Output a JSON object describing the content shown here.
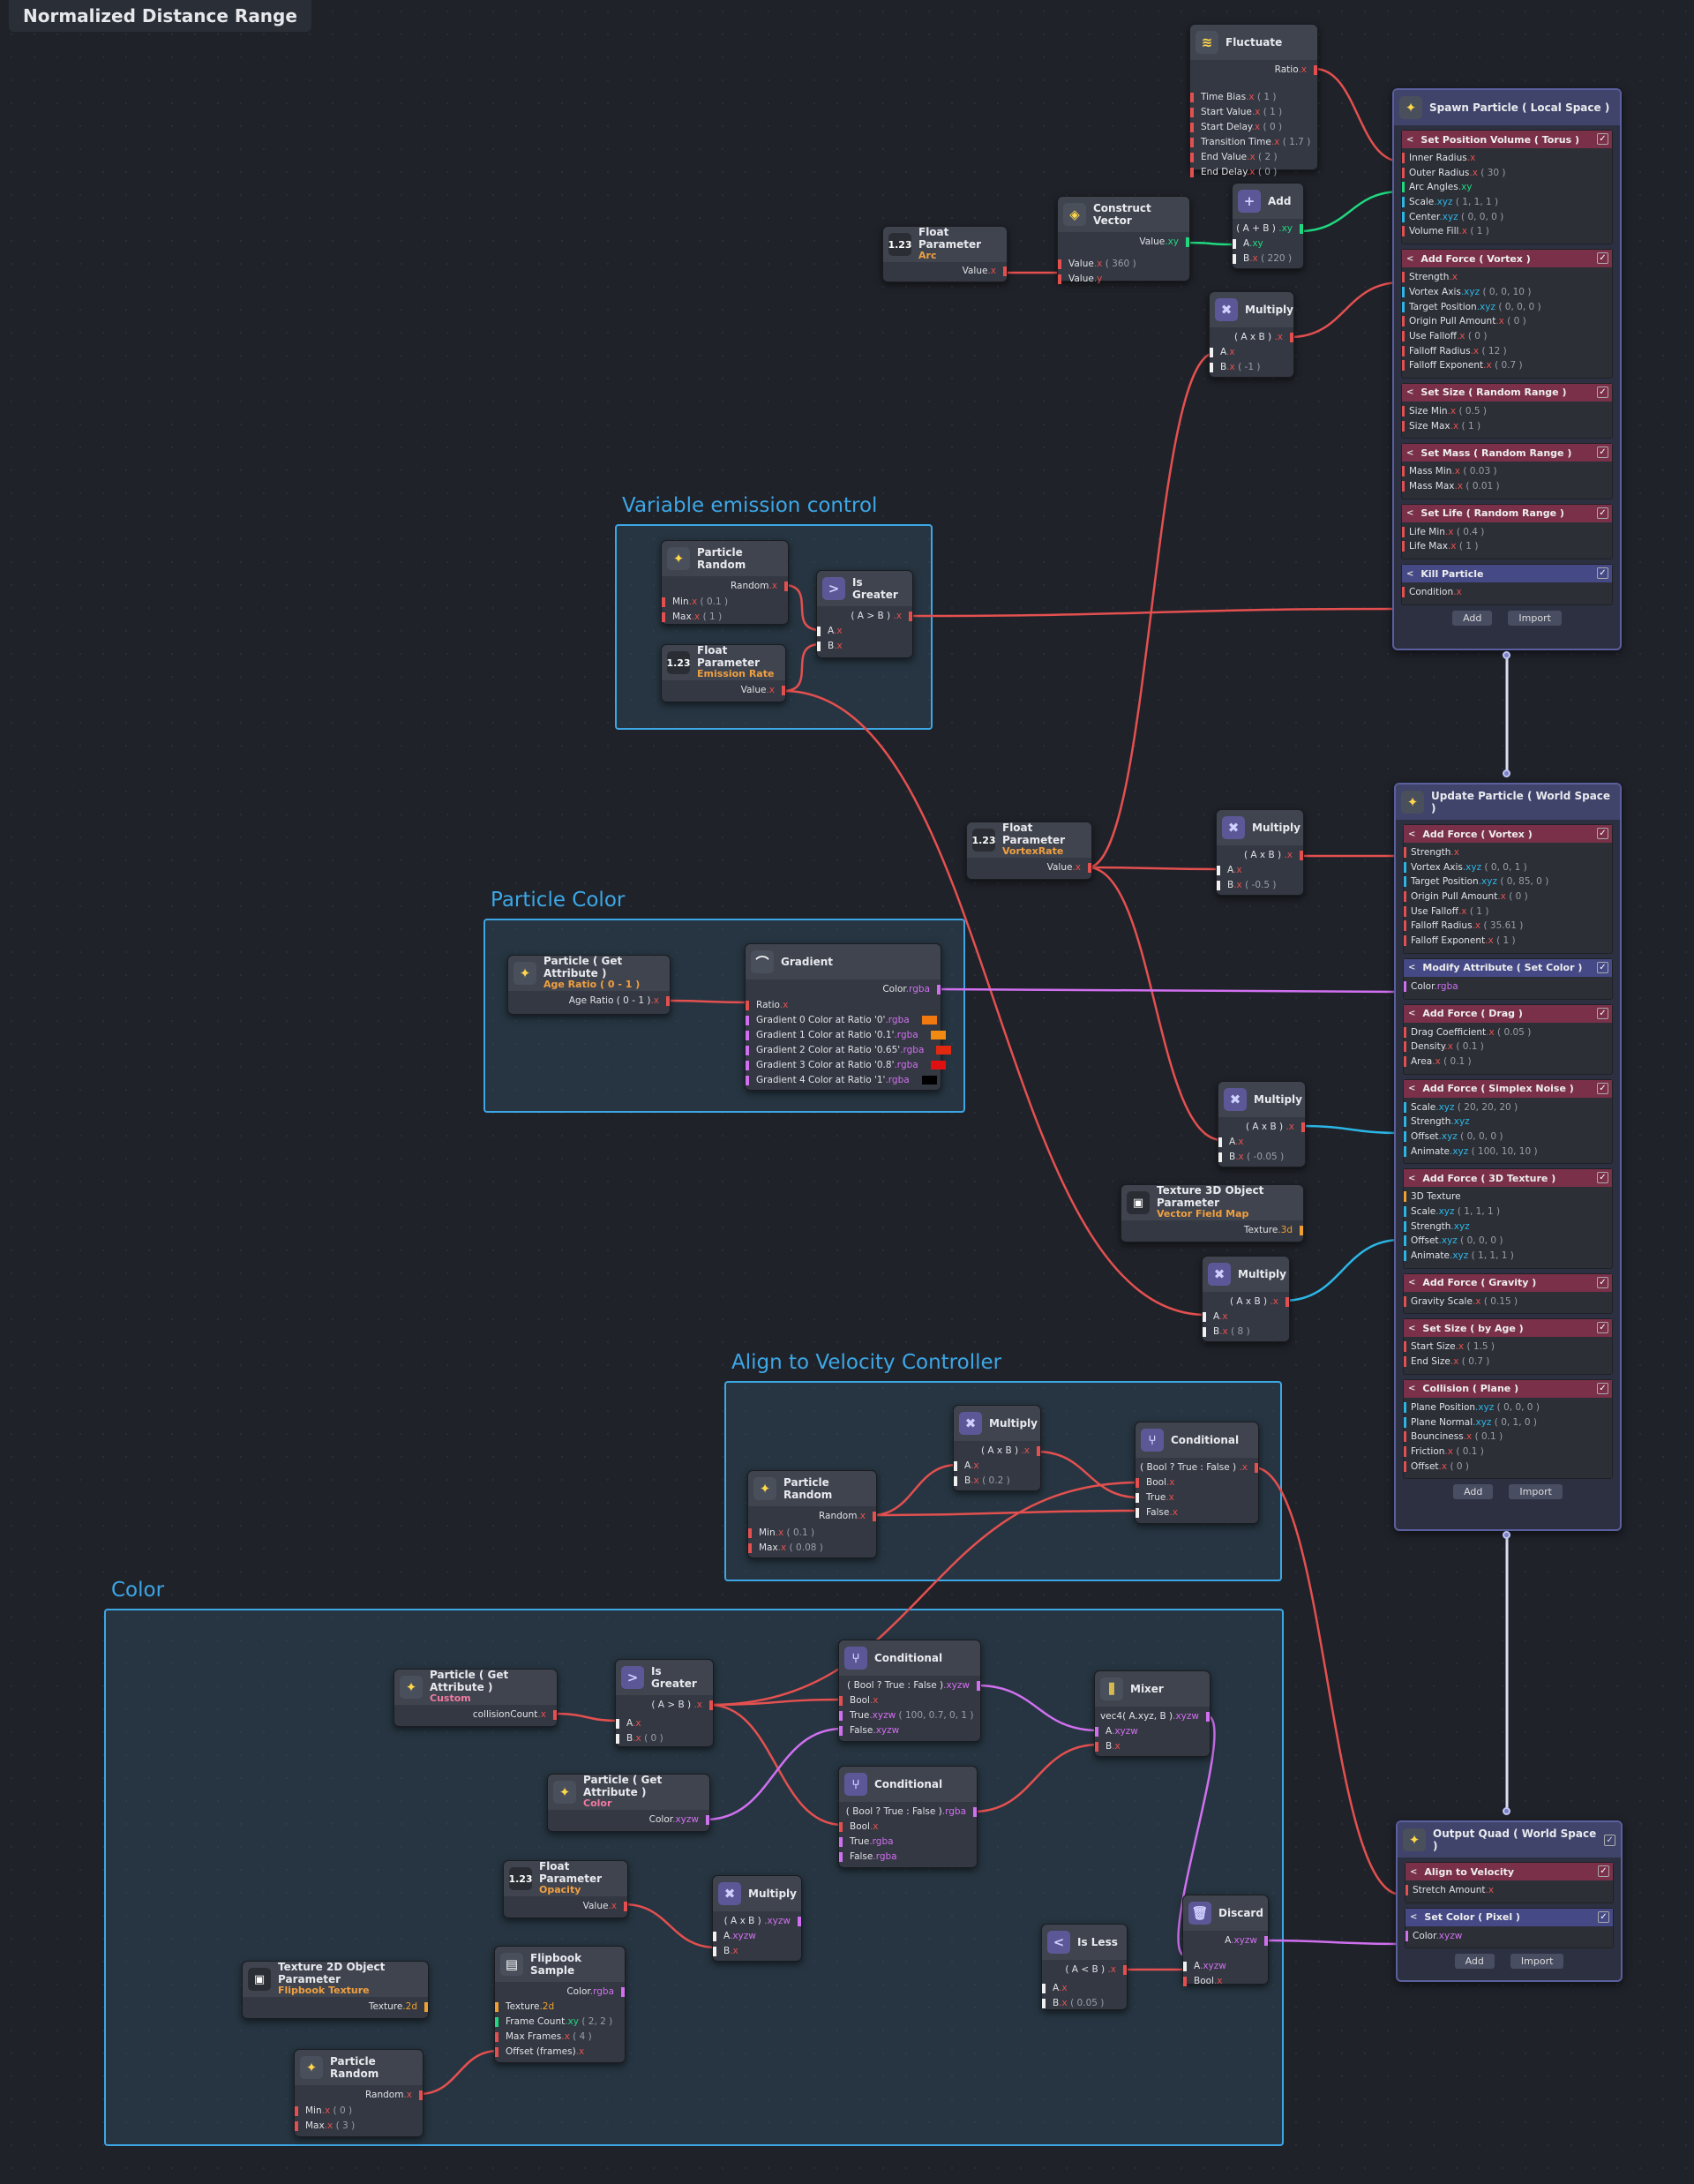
{
  "title": "Normalized Distance Range",
  "groups": {
    "variable_emission": "Variable emission control",
    "particle_color": "Particle Color",
    "align_velocity": "Align to Velocity Controller",
    "color": "Color"
  },
  "fluctuate": {
    "title": "Fluctuate",
    "out": "Ratio",
    "type": ".x",
    "inputs": [
      {
        "l": "Time Bias",
        "t": ".x",
        "v": "( 1 )"
      },
      {
        "l": "Start Value",
        "t": ".x",
        "v": "( 1 )"
      },
      {
        "l": "Start Delay",
        "t": ".x",
        "v": "( 0 )"
      },
      {
        "l": "Transition Time",
        "t": ".x",
        "v": "( 1.7 )"
      },
      {
        "l": "End Value",
        "t": ".x",
        "v": "( 2 )"
      },
      {
        "l": "End Delay",
        "t": ".x",
        "v": "( 0 )"
      }
    ]
  },
  "add": {
    "title": "Add",
    "out": "( A + B )",
    "out_t": ".xy",
    "a": "A",
    "a_t": ".xy",
    "b": "B",
    "b_t": ".x",
    "b_v": "( 220 )"
  },
  "construct": {
    "title": "Construct Vector",
    "out": "Value",
    "out_t": ".xy",
    "i1": "Value",
    "i1_t": ".x",
    "i1_v": "( 360 )",
    "i2": "Value",
    "i2_t": ".y"
  },
  "fp_arc": {
    "title": "Float Parameter",
    "sub": "Arc",
    "out": "Value",
    "out_t": ".x"
  },
  "mul1": {
    "title": "Multiply",
    "out": "( A x B )",
    "out_t": ".x",
    "a": "A",
    "a_t": ".x",
    "b": "B",
    "b_t": ".x",
    "b_v": "( -1 )"
  },
  "prand1": {
    "title": "Particle Random",
    "out": "Random",
    "out_t": ".x",
    "min": "Min",
    "min_t": ".x",
    "min_v": "( 0.1 )",
    "max": "Max",
    "max_t": ".x",
    "max_v": "( 1 )"
  },
  "isg1": {
    "title": "Is Greater",
    "out": "( A > B )",
    "out_t": ".x",
    "a": "A",
    "a_t": ".x",
    "b": "B",
    "b_t": ".x"
  },
  "fp_emission": {
    "title": "Float Parameter",
    "sub": "Emission Rate",
    "out": "Value",
    "out_t": ".x"
  },
  "fp_vortex": {
    "title": "Float Parameter",
    "sub": "VortexRate",
    "out": "Value",
    "out_t": ".x"
  },
  "mul2": {
    "title": "Multiply",
    "out": "( A x B )",
    "out_t": ".x",
    "a": "A",
    "a_t": ".x",
    "b": "B",
    "b_t": ".x",
    "b_v": "( -0.5 )"
  },
  "pga_age": {
    "title": "Particle ( Get Attribute )",
    "sub": "Age Ratio ( 0 - 1 )",
    "out": "Age Ratio ( 0 - 1 )",
    "out_t": ".x"
  },
  "gradient": {
    "title": "Gradient",
    "out": "Color",
    "out_t": ".rgba",
    "ratio": "Ratio",
    "ratio_t": ".x",
    "stops": [
      {
        "l": "Gradient 0 Color at Ratio '0'",
        "c": "#f07a10"
      },
      {
        "l": "Gradient 1 Color at Ratio '0.1'",
        "c": "#f08a10"
      },
      {
        "l": "Gradient 2 Color at Ratio '0.65'",
        "c": "#e02a10"
      },
      {
        "l": "Gradient 3 Color at Ratio '0.8'",
        "c": "#e01010"
      },
      {
        "l": "Gradient 4 Color at Ratio '1'",
        "c": "#000000"
      }
    ],
    "stop_t": ".rgba"
  },
  "mul3": {
    "title": "Multiply",
    "out": "( A x B )",
    "out_t": ".x",
    "a": "A",
    "a_t": ".x",
    "b": "B",
    "b_t": ".x",
    "b_v": "( -0.05 )"
  },
  "tex3d": {
    "title": "Texture 3D Object Parameter",
    "sub": "Vector Field Map",
    "out": "Texture",
    "out_t": ".3d"
  },
  "mul4": {
    "title": "Multiply",
    "out": "( A x B )",
    "out_t": ".x",
    "a": "A",
    "a_t": ".x",
    "b": "B",
    "b_t": ".x",
    "b_v": "( 8 )"
  },
  "mul5": {
    "title": "Multiply",
    "out": "( A x B )",
    "out_t": ".x",
    "a": "A",
    "a_t": ".x",
    "b": "B",
    "b_t": ".x",
    "b_v": "( 0.2 )"
  },
  "prand2": {
    "title": "Particle Random",
    "out": "Random",
    "out_t": ".x",
    "min": "Min",
    "min_t": ".x",
    "min_v": "( 0.1 )",
    "max": "Max",
    "max_t": ".x",
    "max_v": "( 0.08 )"
  },
  "cond1": {
    "title": "Conditional",
    "out": "( Bool ? True : False )",
    "out_t": ".x",
    "i1": "Bool",
    "i1_t": ".x",
    "i2": "True",
    "i2_t": ".x",
    "i3": "False",
    "i3_t": ".x"
  },
  "pga_custom": {
    "title": "Particle ( Get Attribute )",
    "sub": "Custom",
    "out": "collisionCount",
    "out_t": ".x"
  },
  "isg2": {
    "title": "Is Greater",
    "out": "( A > B )",
    "out_t": ".x",
    "a": "A",
    "a_t": ".x",
    "b": "B",
    "b_t": ".x",
    "b_v": "( 0 )"
  },
  "cond2": {
    "title": "Conditional",
    "out": "( Bool ? True : False )",
    "out_t": ".xyzw",
    "i1": "Bool",
    "i1_t": ".x",
    "i2": "True",
    "i2_t": ".xyzw",
    "i2_v": "( 100, 0.7, 0, 1 )",
    "i3": "False",
    "i3_t": ".xyzw"
  },
  "mixer": {
    "title": "Mixer",
    "out": "vec4( A.xyz, B )",
    "out_t": ".xyzw",
    "a": "A",
    "a_t": ".xyzw",
    "b": "B",
    "b_t": ".x"
  },
  "pga_color": {
    "title": "Particle ( Get Attribute )",
    "sub": "Color",
    "out": "Color",
    "out_t": ".xyzw"
  },
  "cond3": {
    "title": "Conditional",
    "out": "( Bool ? True : False )",
    "out_t": ".rgba",
    "i1": "Bool",
    "i1_t": ".x",
    "i2": "True",
    "i2_t": ".rgba",
    "i3": "False",
    "i3_t": ".rgba"
  },
  "fp_opacity": {
    "title": "Float Parameter",
    "sub": "Opacity",
    "out": "Value",
    "out_t": ".x"
  },
  "mul6": {
    "title": "Multiply",
    "out": "( A x B )",
    "out_t": ".xyzw",
    "a": "A",
    "a_t": ".xyzw",
    "b": "B",
    "b_t": ".x"
  },
  "tex2d": {
    "title": "Texture 2D Object Parameter",
    "sub": "Flipbook Texture",
    "out": "Texture",
    "out_t": ".2d"
  },
  "flipbook": {
    "title": "Flipbook Sample",
    "out": "Color",
    "out_t": ".rgba",
    "i1": "Texture",
    "i1_t": ".2d",
    "i2": "Frame Count",
    "i2_t": ".xy",
    "i2_v": "( 2, 2 )",
    "i3": "Max Frames",
    "i3_t": ".x",
    "i3_v": "( 4 )",
    "i4": "Offset (frames)",
    "i4_t": ".x"
  },
  "prand3": {
    "title": "Particle Random",
    "out": "Random",
    "out_t": ".x",
    "min": "Min",
    "min_t": ".x",
    "min_v": "( 0 )",
    "max": "Max",
    "max_t": ".x",
    "max_v": "( 3 )"
  },
  "isless": {
    "title": "Is Less",
    "out": "( A < B )",
    "out_t": ".x",
    "a": "A",
    "a_t": ".x",
    "b": "B",
    "b_t": ".x",
    "b_v": "( 0.05 )"
  },
  "discard": {
    "title": "Discard",
    "out": "A",
    "out_t": ".xyzw",
    "a": "A",
    "a_t": ".xyzw",
    "b": "Bool",
    "b_t": ".x"
  },
  "spawn": {
    "title": "Spawn Particle ( Local Space )",
    "add": "Add",
    "import": "Import",
    "blocks": [
      {
        "h": "Set Position Volume ( Torus )",
        "rows": [
          {
            "l": "Inner Radius",
            "t": ".x",
            "v": ""
          },
          {
            "l": "Outer Radius",
            "t": ".x",
            "v": "( 30 )"
          },
          {
            "l": "Arc Angles",
            "t": ".xy",
            "v": ""
          },
          {
            "l": "Scale",
            "t": ".xyz",
            "v": "( 1, 1, 1 )"
          },
          {
            "l": "Center",
            "t": ".xyz",
            "v": "( 0, 0, 0 )"
          },
          {
            "l": "Volume Fill",
            "t": ".x",
            "v": "( 1 )"
          }
        ]
      },
      {
        "h": "Add Force ( Vortex )",
        "rows": [
          {
            "l": "Strength",
            "t": ".x",
            "v": ""
          },
          {
            "l": "Vortex Axis",
            "t": ".xyz",
            "v": "( 0, 0, 10 )"
          },
          {
            "l": "Target Position",
            "t": ".xyz",
            "v": "( 0, 0, 0 )"
          },
          {
            "l": "Origin Pull Amount",
            "t": ".x",
            "v": "( 0 )"
          },
          {
            "l": "Use Falloff",
            "t": ".x",
            "v": "( 0 )"
          },
          {
            "l": "Falloff Radius",
            "t": ".x",
            "v": "( 12 )"
          },
          {
            "l": "Falloff Exponent",
            "t": ".x",
            "v": "( 0.7 )"
          }
        ]
      },
      {
        "h": "Set Size ( Random Range )",
        "rows": [
          {
            "l": "Size Min",
            "t": ".x",
            "v": "( 0.5 )"
          },
          {
            "l": "Size Max",
            "t": ".x",
            "v": "( 1 )"
          }
        ]
      },
      {
        "h": "Set Mass ( Random Range )",
        "rows": [
          {
            "l": "Mass Min",
            "t": ".x",
            "v": "( 0.03 )"
          },
          {
            "l": "Mass Max",
            "t": ".x",
            "v": "( 0.01 )"
          }
        ]
      },
      {
        "h": "Set Life ( Random Range )",
        "rows": [
          {
            "l": "Life Min",
            "t": ".x",
            "v": "( 0.4 )"
          },
          {
            "l": "Life Max",
            "t": ".x",
            "v": "( 1 )"
          }
        ]
      },
      {
        "h": "Kill Particle",
        "blue": true,
        "rows": [
          {
            "l": "Condition",
            "t": ".x",
            "v": ""
          }
        ]
      }
    ]
  },
  "update": {
    "title": "Update Particle ( World Space )",
    "add": "Add",
    "import": "Import",
    "blocks": [
      {
        "h": "Add Force ( Vortex )",
        "rows": [
          {
            "l": "Strength",
            "t": ".x",
            "v": ""
          },
          {
            "l": "Vortex Axis",
            "t": ".xyz",
            "v": "( 0, 0, 1 )"
          },
          {
            "l": "Target Position",
            "t": ".xyz",
            "v": "( 0, 85, 0 )"
          },
          {
            "l": "Origin Pull Amount",
            "t": ".x",
            "v": "( 0 )"
          },
          {
            "l": "Use Falloff",
            "t": ".x",
            "v": "( 1 )"
          },
          {
            "l": "Falloff Radius",
            "t": ".x",
            "v": "( 35.61 )"
          },
          {
            "l": "Falloff Exponent",
            "t": ".x",
            "v": "( 1 )"
          }
        ]
      },
      {
        "h": "Modify Attribute ( Set Color )",
        "blue": true,
        "rows": [
          {
            "l": "Color",
            "t": ".rgba",
            "v": ""
          }
        ]
      },
      {
        "h": "Add Force ( Drag )",
        "rows": [
          {
            "l": "Drag Coefficient",
            "t": ".x",
            "v": "( 0.05 )"
          },
          {
            "l": "Density",
            "t": ".x",
            "v": "( 0.1 )"
          },
          {
            "l": "Area",
            "t": ".x",
            "v": "( 0.1 )"
          }
        ]
      },
      {
        "h": "Add Force ( Simplex Noise )",
        "rows": [
          {
            "l": "Scale",
            "t": ".xyz",
            "v": "( 20, 20, 20 )"
          },
          {
            "l": "Strength",
            "t": ".xyz",
            "v": ""
          },
          {
            "l": "Offset",
            "t": ".xyz",
            "v": "( 0, 0, 0 )"
          },
          {
            "l": "Animate",
            "t": ".xyz",
            "v": "( 100, 10, 10 )"
          }
        ]
      },
      {
        "h": "Add Force ( 3D Texture )",
        "rows": [
          {
            "l": "3D Texture",
            "t": "",
            "v": ""
          },
          {
            "l": "Scale",
            "t": ".xyz",
            "v": "( 1, 1, 1 )"
          },
          {
            "l": "Strength",
            "t": ".xyz",
            "v": ""
          },
          {
            "l": "Offset",
            "t": ".xyz",
            "v": "( 0, 0, 0 )"
          },
          {
            "l": "Animate",
            "t": ".xyz",
            "v": "( 1, 1, 1 )"
          }
        ]
      },
      {
        "h": "Add Force ( Gravity )",
        "rows": [
          {
            "l": "Gravity Scale",
            "t": ".x",
            "v": "( 0.15 )"
          }
        ]
      },
      {
        "h": "Set Size ( by Age )",
        "rows": [
          {
            "l": "Start Size",
            "t": ".x",
            "v": "( 1.5 )"
          },
          {
            "l": "End Size",
            "t": ".x",
            "v": "( 0.7 )"
          }
        ]
      },
      {
        "h": "Collision ( Plane )",
        "rows": [
          {
            "l": "Plane Position",
            "t": ".xyz",
            "v": "( 0, 0, 0 )"
          },
          {
            "l": "Plane Normal",
            "t": ".xyz",
            "v": "( 0, 1, 0 )"
          },
          {
            "l": "Bounciness",
            "t": ".x",
            "v": "( 0.1 )"
          },
          {
            "l": "Friction",
            "t": ".x",
            "v": "( 0.1 )"
          },
          {
            "l": "Offset",
            "t": ".x",
            "v": "( 0 )"
          }
        ]
      }
    ]
  },
  "output": {
    "title": "Output Quad ( World Space )",
    "add": "Add",
    "import": "Import",
    "blocks": [
      {
        "h": "Align to Velocity",
        "rows": [
          {
            "l": "Stretch Amount",
            "t": ".x",
            "v": ""
          }
        ]
      },
      {
        "h": "Set Color ( Pixel )",
        "blue": true,
        "rows": [
          {
            "l": "Color",
            "t": ".xyzw",
            "v": ""
          }
        ]
      }
    ]
  },
  "colors": {
    "float": "#e45050",
    "vec2": "#20d880",
    "vec3": "#2cb6e6",
    "vec4": "#d070f0",
    "texture": "#f0a030",
    "group": "#3da7e6"
  }
}
